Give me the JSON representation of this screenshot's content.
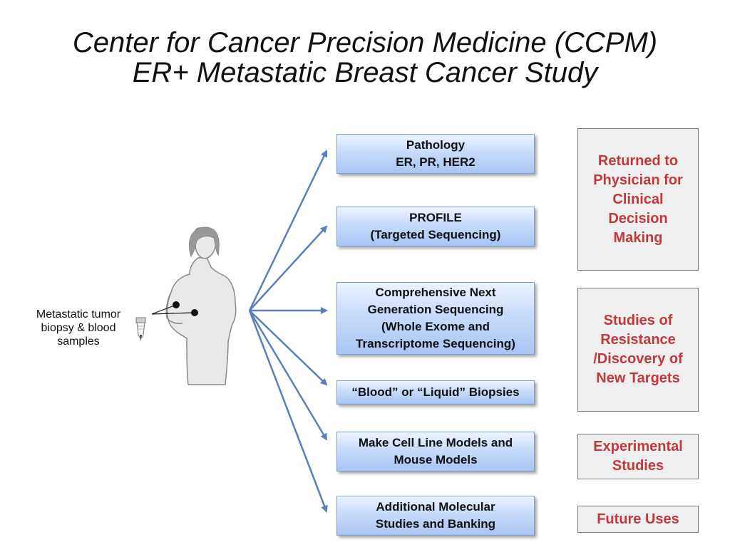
{
  "title": {
    "line1": "Center for Cancer Precision Medicine (CCPM)",
    "line2": "ER+ Metastatic Breast Cancer Study"
  },
  "sample_label": [
    "Metastatic tumor",
    "biopsy & blood",
    "samples"
  ],
  "analyses": [
    {
      "lines": [
        "Pathology",
        "ER, PR, HER2"
      ]
    },
    {
      "lines": [
        "PROFILE",
        "(Targeted Sequencing)"
      ]
    },
    {
      "lines": [
        "Comprehensive Next",
        "Generation Sequencing",
        "(Whole Exome and",
        "Transcriptome Sequencing)"
      ]
    },
    {
      "lines": [
        "“Blood” or “Liquid” Biopsies"
      ]
    },
    {
      "lines": [
        "Make Cell Line Models and",
        "Mouse Models"
      ]
    },
    {
      "lines": [
        "Additional Molecular",
        "Studies and Banking"
      ]
    }
  ],
  "outcomes": [
    {
      "lines": [
        "Returned to",
        "Physician for",
        "Clinical",
        "Decision",
        "Making"
      ]
    },
    {
      "lines": [
        "Studies of",
        "Resistance",
        "/Discovery of",
        "New Targets"
      ]
    },
    {
      "lines": [
        "Experimental",
        "Studies"
      ]
    },
    {
      "lines": [
        "Future Uses"
      ]
    }
  ],
  "colors": {
    "arrow": "#5b7fb8",
    "box_border": "#7d9fd3",
    "outcome_text": "#c0393b",
    "outcome_bg": "#efefef",
    "figure_fill": "#e9e9e9",
    "hair": "#999999"
  }
}
